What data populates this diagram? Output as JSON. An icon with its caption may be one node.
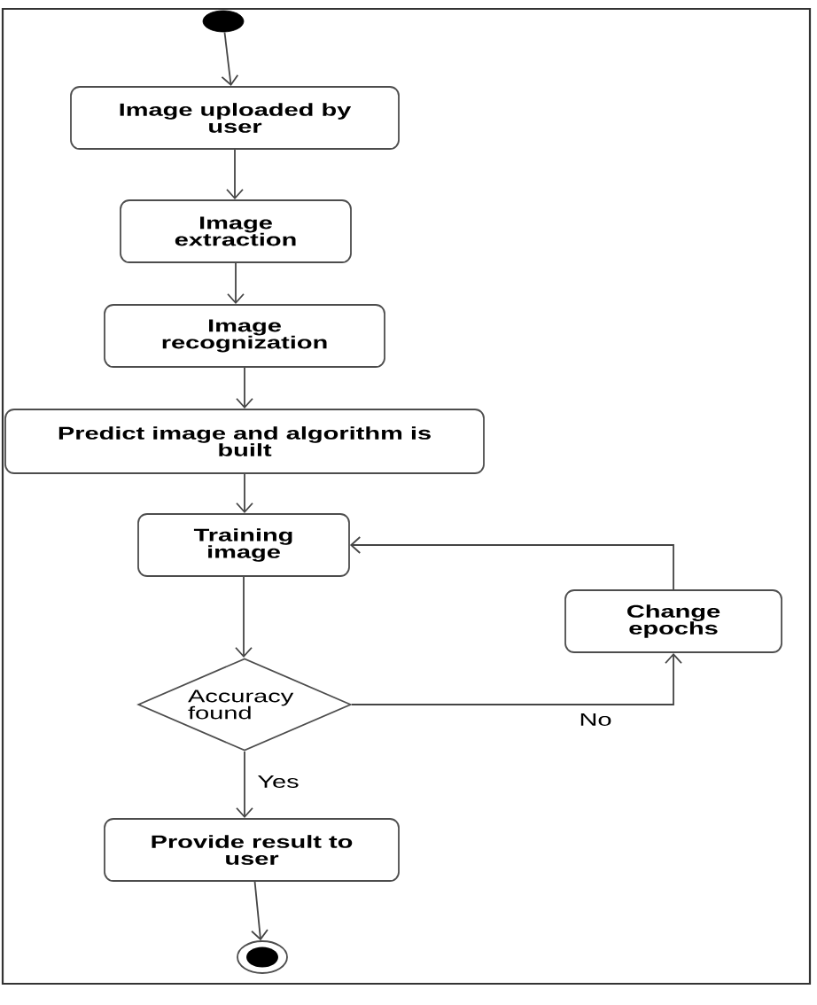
{
  "diagram": {
    "nodes": [
      {
        "text": [],
        "shape": "circle"
      },
      {
        "text": [
          "Image uploaded by user"
        ]
      },
      {
        "text": [
          "Image extraction"
        ]
      },
      {
        "text": [
          "Image recognization"
        ]
      },
      {
        "text": [
          "Predict image and algorithm is built"
        ]
      },
      {
        "text": [
          "Training image"
        ]
      },
      {
        "text": [
          "Change epochs"
        ]
      },
      {
        "text": [
          "Accuracy found"
        ]
      },
      {
        "text": [
          "Provide result to user"
        ]
      },
      {
        "text": [],
        "shape": "circle"
      }
    ],
    "edges": [
      {
        "from": 0,
        "to": 1,
        "arrow": "to"
      },
      {
        "from": 1,
        "to": 2,
        "arrow": "to"
      },
      {
        "from": 2,
        "to": 3,
        "arrow": "to"
      },
      {
        "from": 3,
        "to": 4,
        "arrow": "to"
      },
      {
        "from": 4,
        "to": 5,
        "arrow": "to"
      },
      {
        "from": 5,
        "to": 7,
        "arrow": "to"
      },
      {
        "from": 7,
        "to": 6,
        "arrow": "to",
        "label": "No"
      },
      {
        "from": 6,
        "to": 5,
        "arrow": "to"
      },
      {
        "from": 7,
        "to": 8,
        "arrow": "to",
        "label": "Yes"
      },
      {
        "from": 8,
        "to": 9,
        "arrow": "to"
      }
    ]
  }
}
